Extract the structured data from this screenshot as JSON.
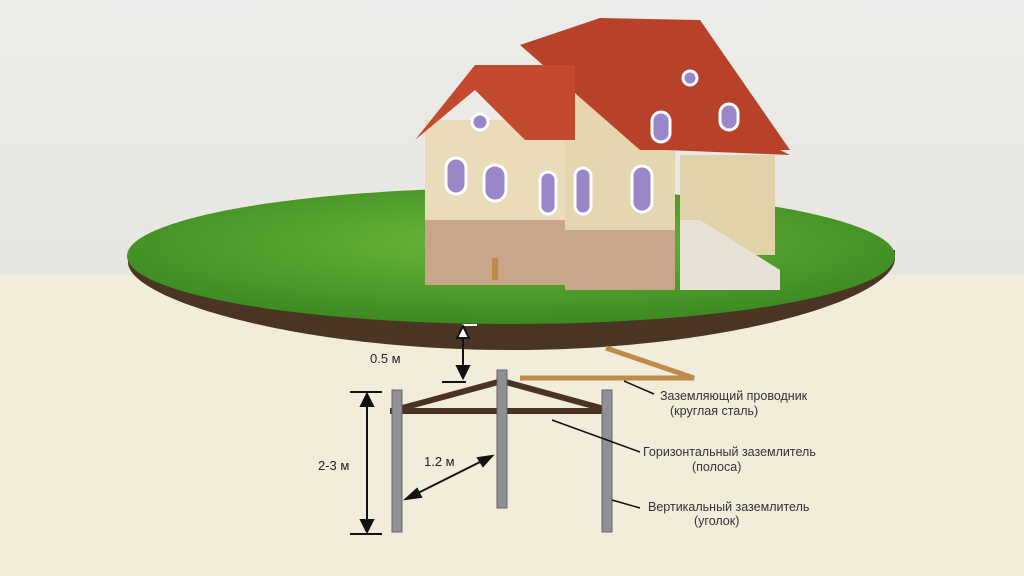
{
  "diagram": {
    "dimensions": {
      "depth": "0.5 м",
      "rod_length": "2-3 м",
      "rod_spacing": "1.2 м"
    },
    "labels": {
      "conductor": {
        "line1": "Заземляющий проводник",
        "line2": "(круглая сталь)"
      },
      "horizontal": {
        "line1": "Горизонтальный заземлитель",
        "line2": "(полоса)"
      },
      "vertical": {
        "line1": "Вертикальный заземлитель",
        "line2": "(уголок)"
      }
    },
    "colors": {
      "sky": "#ebebe9",
      "ground": "#f2ecda",
      "grass": "#4e9a2a",
      "soil": "#4a3424",
      "roof": "#b8412a",
      "wall": "#eadcb8",
      "rod": "#8e9096",
      "strip": "#4a3322",
      "conductor": "#c08a4a"
    }
  }
}
